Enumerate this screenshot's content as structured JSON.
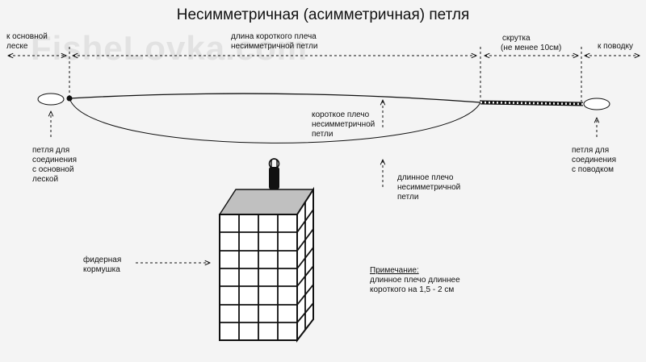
{
  "title": "Несимметричная (асимметричная) петля",
  "watermark": "FisheLovka.com",
  "labels": {
    "to_main_line": [
      "к основной",
      "леске"
    ],
    "short_arm_length": [
      "длина короткого плеча",
      "несимметричной петли"
    ],
    "twist": [
      "скрутка",
      "(не менее 10см)"
    ],
    "to_leader": [
      "к поводку"
    ],
    "short_arm": [
      "короткое плечо",
      "несимметричной",
      "петли"
    ],
    "long_arm": [
      "длинное плечо",
      "несимметричной",
      "петли"
    ],
    "loop_main": [
      "петля для",
      "соединения",
      "с основной",
      "леской"
    ],
    "loop_leader": [
      "петля для",
      "соединения",
      "с поводком"
    ],
    "feeder": [
      "фидерная",
      "кормушка"
    ]
  },
  "note": {
    "heading": "Примечание:",
    "lines": [
      "длинное плечо длиннее",
      "короткого на 1,5 - 2 см"
    ]
  },
  "colors": {
    "background": "#f4f4f4",
    "line": "#111111",
    "feeder_top": "#c0c0c0",
    "watermark": "#e2e2e2"
  }
}
